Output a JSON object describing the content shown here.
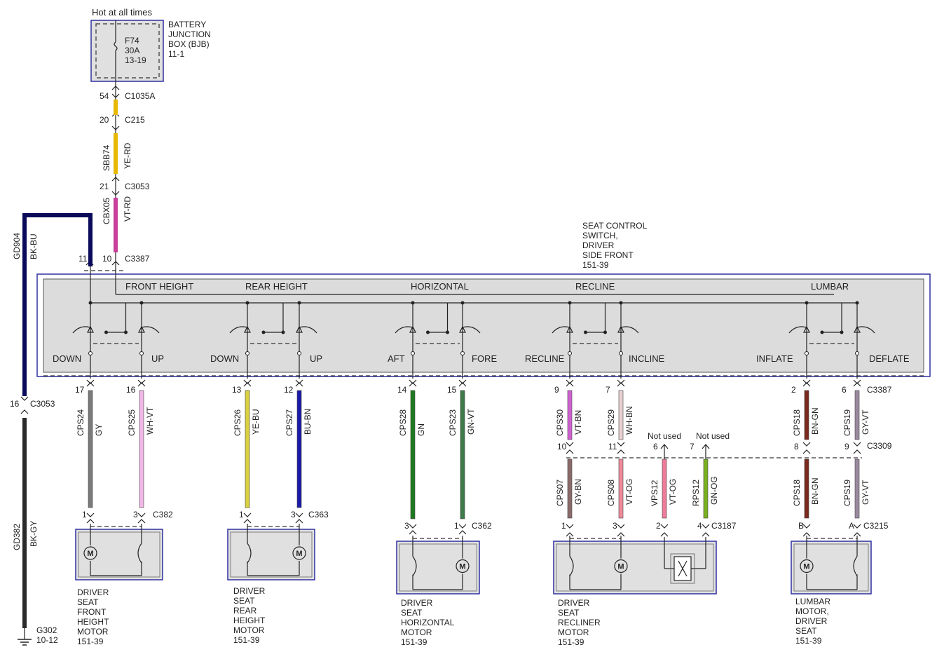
{
  "battery": {
    "hot_label": "Hot at all times",
    "fuse": [
      "F74",
      "30A",
      "13-19"
    ],
    "box": [
      "BATTERY",
      "JUNCTION",
      "BOX (BJB)",
      "11-1"
    ]
  },
  "feed_connectors": [
    {
      "pin": "54",
      "name": "C1035A"
    },
    {
      "pin": "20",
      "name": "C215"
    },
    {
      "pin": "21",
      "name": "C3053"
    },
    {
      "pin": "10",
      "name": "C3387"
    },
    {
      "pin": "11",
      "name": ""
    }
  ],
  "feed_wires": [
    {
      "circuit": "SBB74",
      "color": "YE-RD",
      "hex": "#e8b800"
    },
    {
      "circuit": "CBX05",
      "color": "VT-RD",
      "hex": "#c8409a"
    }
  ],
  "ground_wires": [
    {
      "circuit": "GD904",
      "color": "BK-BU",
      "hex": "#0a0a5a"
    },
    {
      "circuit": "GD382",
      "color": "BK-GY",
      "hex": "#2a2a2a"
    }
  ],
  "ground": {
    "connector_pin": "16",
    "connector": "C3053",
    "name": "G302",
    "ref": "10-12"
  },
  "switch": {
    "title": [
      "SEAT CONTROL",
      "SWITCH,",
      "DRIVER",
      "SIDE FRONT",
      "151-39"
    ],
    "sections": [
      {
        "label": "FRONT HEIGHT",
        "left": "DOWN",
        "right": "UP"
      },
      {
        "label": "REAR HEIGHT",
        "left": "DOWN",
        "right": "UP"
      },
      {
        "label": "HORIZONTAL",
        "left": "AFT",
        "right": "FORE"
      },
      {
        "label": "RECLINE",
        "left": "RECLINE",
        "right": "INCLINE"
      },
      {
        "label": "LUMBAR",
        "left": "INFLATE",
        "right": "DEFLATE"
      }
    ],
    "connector_top": "C3387"
  },
  "wires": [
    {
      "top_pin": "17",
      "circuit": "CPS24",
      "color": "GY",
      "hex": "#7a7a7a",
      "bottom_pin": "1"
    },
    {
      "top_pin": "16",
      "circuit": "CPS25",
      "color": "WH-VT",
      "hex": "#f0b8e8",
      "bottom_pin": "3"
    },
    {
      "top_pin": "13",
      "circuit": "CPS26",
      "color": "YE-BU",
      "hex": "#d8d040",
      "bottom_pin": "1"
    },
    {
      "top_pin": "12",
      "circuit": "CPS27",
      "color": "BU-BN",
      "hex": "#1a1aa8",
      "bottom_pin": "3"
    },
    {
      "top_pin": "14",
      "circuit": "CPS28",
      "color": "GN",
      "hex": "#1e7a1e",
      "bottom_pin": "3"
    },
    {
      "top_pin": "15",
      "circuit": "CPS23",
      "color": "GN-VT",
      "hex": "#3e7a4a",
      "bottom_pin": "1"
    },
    {
      "top_pin": "9",
      "circuit": "CPS30",
      "color": "VT-BN",
      "hex": "#d060d0",
      "mid_pin": "10"
    },
    {
      "top_pin": "7",
      "circuit": "CPS29",
      "color": "WH-BN",
      "hex": "#e8d0d0",
      "mid_pin": "11"
    },
    {
      "top_pin": "2",
      "circuit": "CPS18",
      "color": "BN-GN",
      "hex": "#7a2a1e",
      "mid_pin": "8"
    },
    {
      "top_pin": "6",
      "circuit": "CPS19",
      "color": "GY-VT",
      "hex": "#9a8aa0",
      "mid_pin": "9"
    }
  ],
  "mid_connector": "C3309",
  "not_used": [
    {
      "label": "Not used",
      "pin": "6"
    },
    {
      "label": "Not used",
      "pin": "7"
    }
  ],
  "lower_wires": [
    {
      "circuit": "CPS07",
      "color": "GY-BN",
      "hex": "#8a6a6a",
      "pin": "1"
    },
    {
      "circuit": "CPS08",
      "color": "VT-OG",
      "hex": "#f08a9a",
      "pin": "3"
    },
    {
      "circuit": "VPS12",
      "color": "VT-OG",
      "hex": "#f07a9a",
      "pin": "2"
    },
    {
      "circuit": "RPS12",
      "color": "GN-OG",
      "hex": "#7ab020",
      "pin": "4"
    },
    {
      "circuit": "CPS18",
      "color": "BN-GN",
      "hex": "#7a2a1e",
      "pin": "B"
    },
    {
      "circuit": "CPS19",
      "color": "GY-VT",
      "hex": "#9a8aa0",
      "pin": "A"
    }
  ],
  "motors": [
    {
      "connector": "C382",
      "lines": [
        "DRIVER",
        "SEAT",
        "FRONT",
        "HEIGHT",
        "MOTOR",
        "151-39"
      ]
    },
    {
      "connector": "C363",
      "lines": [
        "DRIVER",
        "SEAT",
        "REAR",
        "HEIGHT",
        "MOTOR",
        "151-39"
      ]
    },
    {
      "connector": "C362",
      "lines": [
        "DRIVER",
        "SEAT",
        "HORIZONTAL",
        "MOTOR",
        "151-39"
      ]
    },
    {
      "connector": "C3187",
      "lines": [
        "DRIVER",
        "SEAT",
        "RECLINER",
        "MOTOR",
        "151-39"
      ]
    },
    {
      "connector": "C3215",
      "lines": [
        "LUMBAR",
        "MOTOR,",
        "DRIVER",
        "SEAT",
        "151-39"
      ]
    }
  ],
  "motor_glyph": "M"
}
